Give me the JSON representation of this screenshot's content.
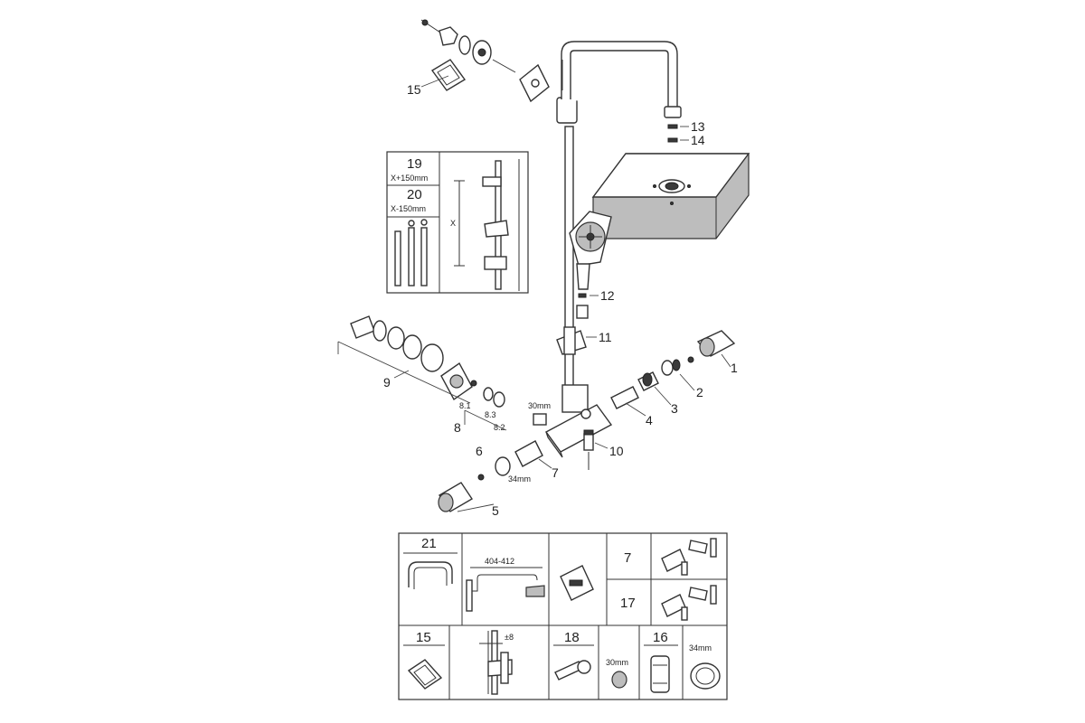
{
  "diagram": {
    "part_numbers": {
      "p1": "1",
      "p2": "2",
      "p3": "3",
      "p4": "4",
      "p5": "5",
      "p6": "6",
      "p7": "7",
      "p8": "8",
      "p8_1": "8.1",
      "p8_2": "8.2",
      "p8_3": "8.3",
      "p9": "9",
      "p10": "10",
      "p11": "11",
      "p12": "12",
      "p13": "13",
      "p14": "14",
      "p15": "15"
    },
    "dimensions": {
      "d30": "30mm",
      "d34": "34mm",
      "x": "X"
    },
    "variant_box": {
      "n19": "19",
      "n19_dim": "X+150mm",
      "n20": "20",
      "n20_dim": "X-150mm"
    },
    "accessories": {
      "c21": "21",
      "arm_span": "404-412",
      "c7": "7",
      "c17": "17",
      "c15": "15",
      "offset": "±8",
      "c18": "18",
      "c18_dim": "30mm",
      "c16": "16",
      "c16_dim": "34mm"
    }
  }
}
